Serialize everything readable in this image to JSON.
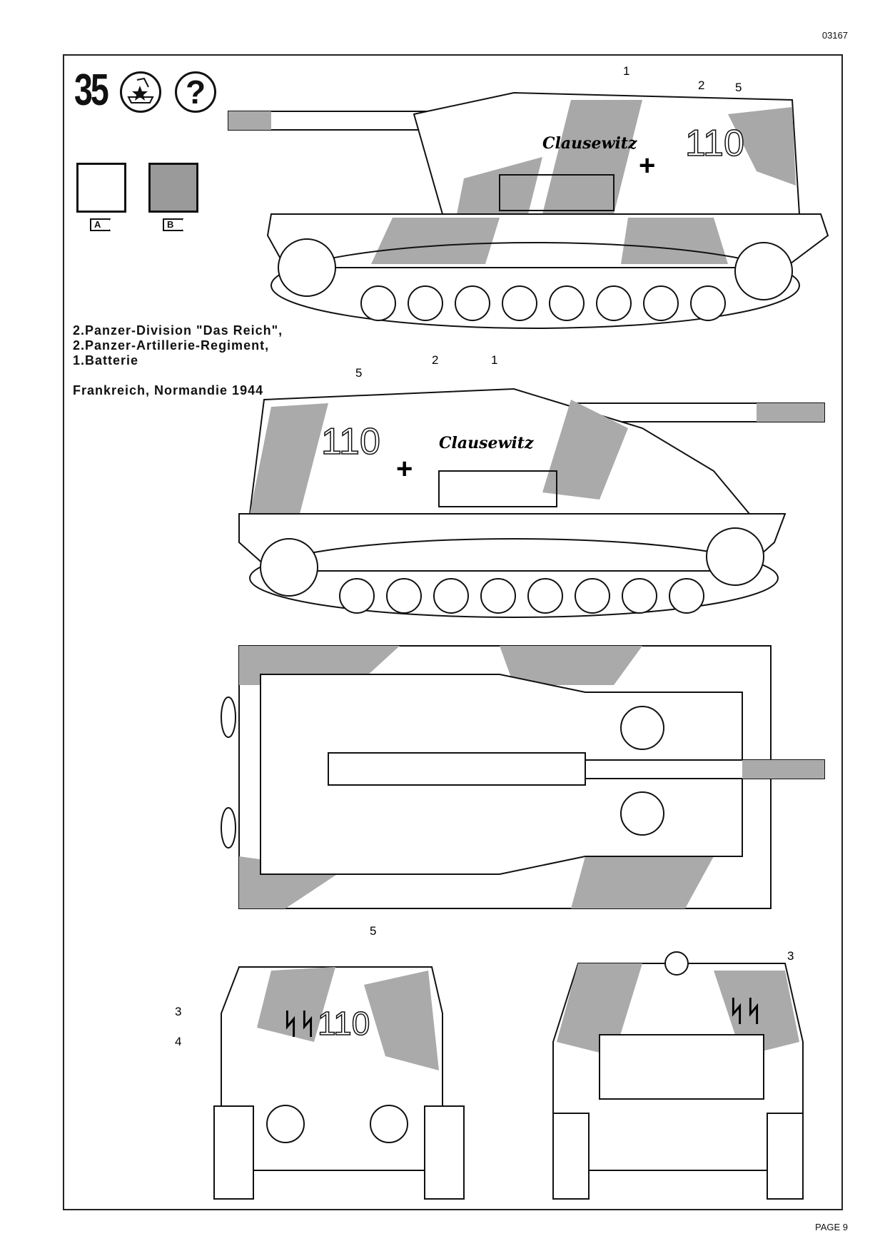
{
  "header": {
    "code": "03167"
  },
  "footer": {
    "page": "PAGE 9"
  },
  "step": {
    "number": "35",
    "icons": [
      "paint-icon",
      "question-icon"
    ],
    "question_mark": "?"
  },
  "colors": [
    {
      "label": "A",
      "hex": "#ffffff"
    },
    {
      "label": "B",
      "hex": "#9a9a9a"
    }
  ],
  "unit_info": {
    "lines": [
      "2.Panzer-Division \"Das Reich\",",
      "2.Panzer-Artillerie-Regiment,",
      "1.Batterie"
    ],
    "location": "Frankreich, Normandie 1944"
  },
  "markings": {
    "vehicle_name": "Clausewitz",
    "turret_number": "110",
    "cross": "+"
  },
  "callouts": {
    "side_left": [
      "1",
      "2",
      "5"
    ],
    "side_right": [
      "5",
      "2",
      "1"
    ],
    "front": [
      "5",
      "3",
      "4"
    ],
    "rear": [
      "3"
    ]
  }
}
